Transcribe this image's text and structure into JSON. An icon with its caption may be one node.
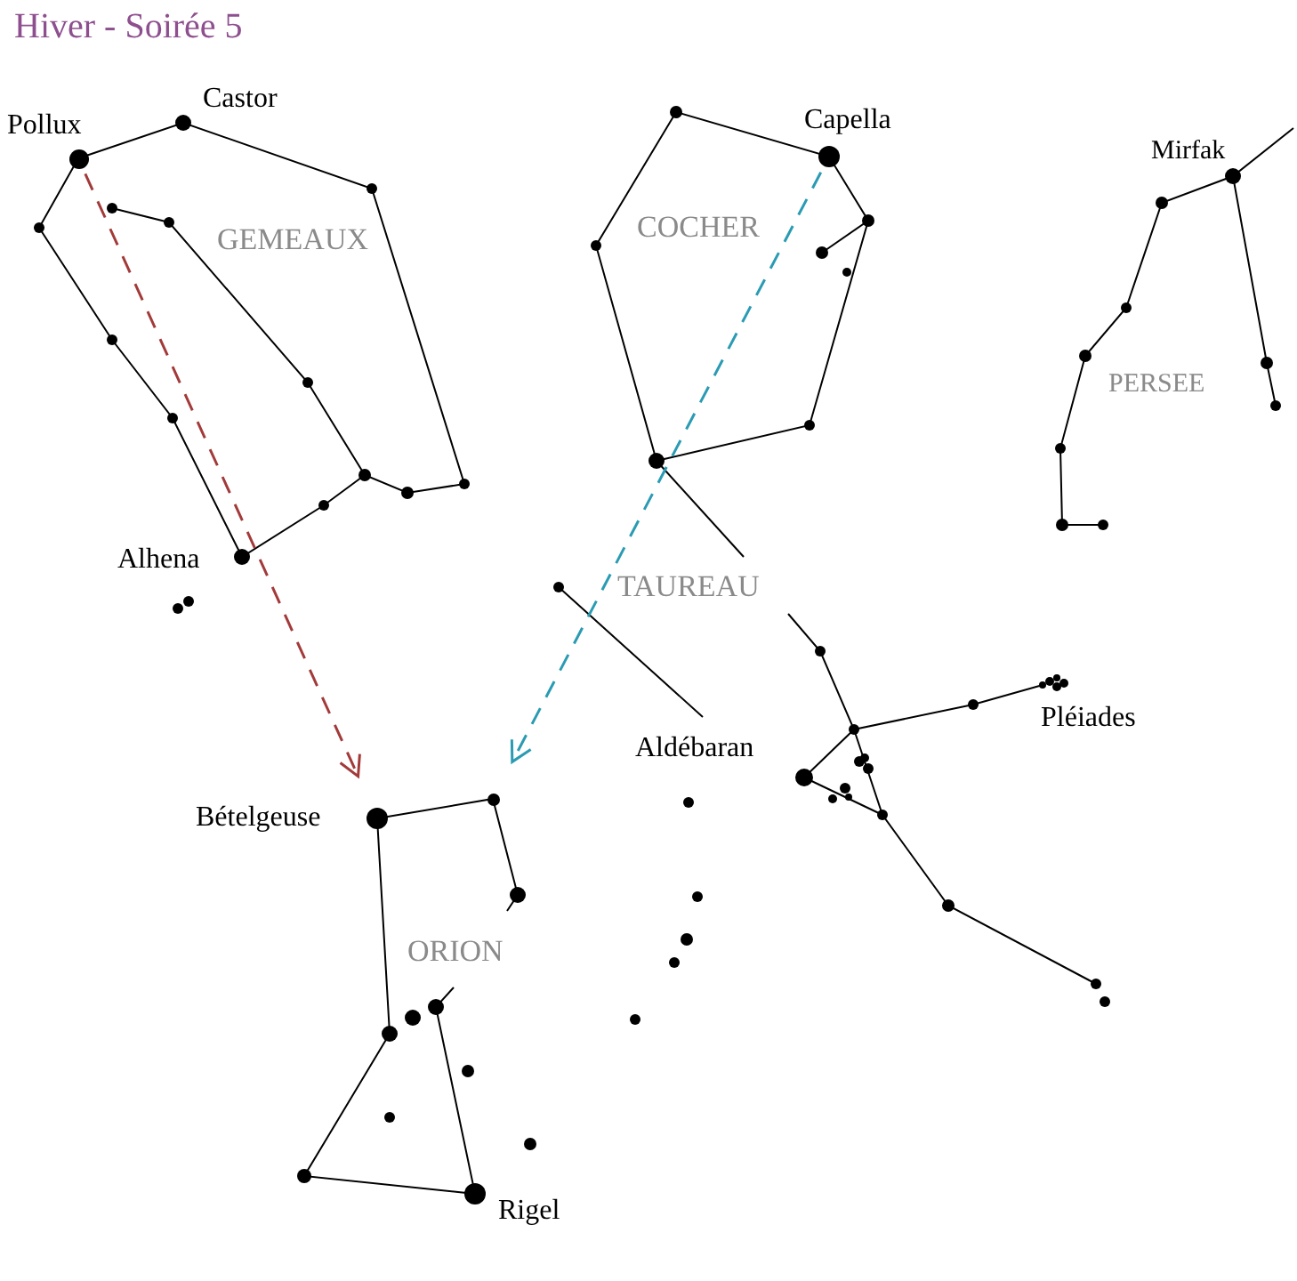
{
  "diagram": {
    "title": "Hiver - Soirée 5",
    "nodes": [
      {
        "text": [],
        "shape": "circle",
        "beside": [
          "Pollux"
        ]
      },
      {
        "text": [],
        "shape": "circle",
        "beside": [
          "Capella"
        ]
      },
      {
        "text": [],
        "shape": "circle",
        "beside": [
          "Bételgeuse"
        ]
      },
      {
        "text": [],
        "shape": "circle"
      }
    ],
    "edges": [
      {
        "from": 0,
        "to": 2,
        "arrow": "to",
        "style": "dashed",
        "color": "#a33a3a"
      },
      {
        "from": 1,
        "to": 3,
        "arrow": "to",
        "style": "dashed",
        "color": "#2a9bb3"
      }
    ],
    "labels": [
      "Castor",
      "Mirfak",
      "GEMEAUX",
      "COCHER",
      "PERSEE",
      "Alhena",
      "TAUREAU",
      "Aldébaran",
      "Pléiades",
      "ORION",
      "Rigel"
    ]
  }
}
